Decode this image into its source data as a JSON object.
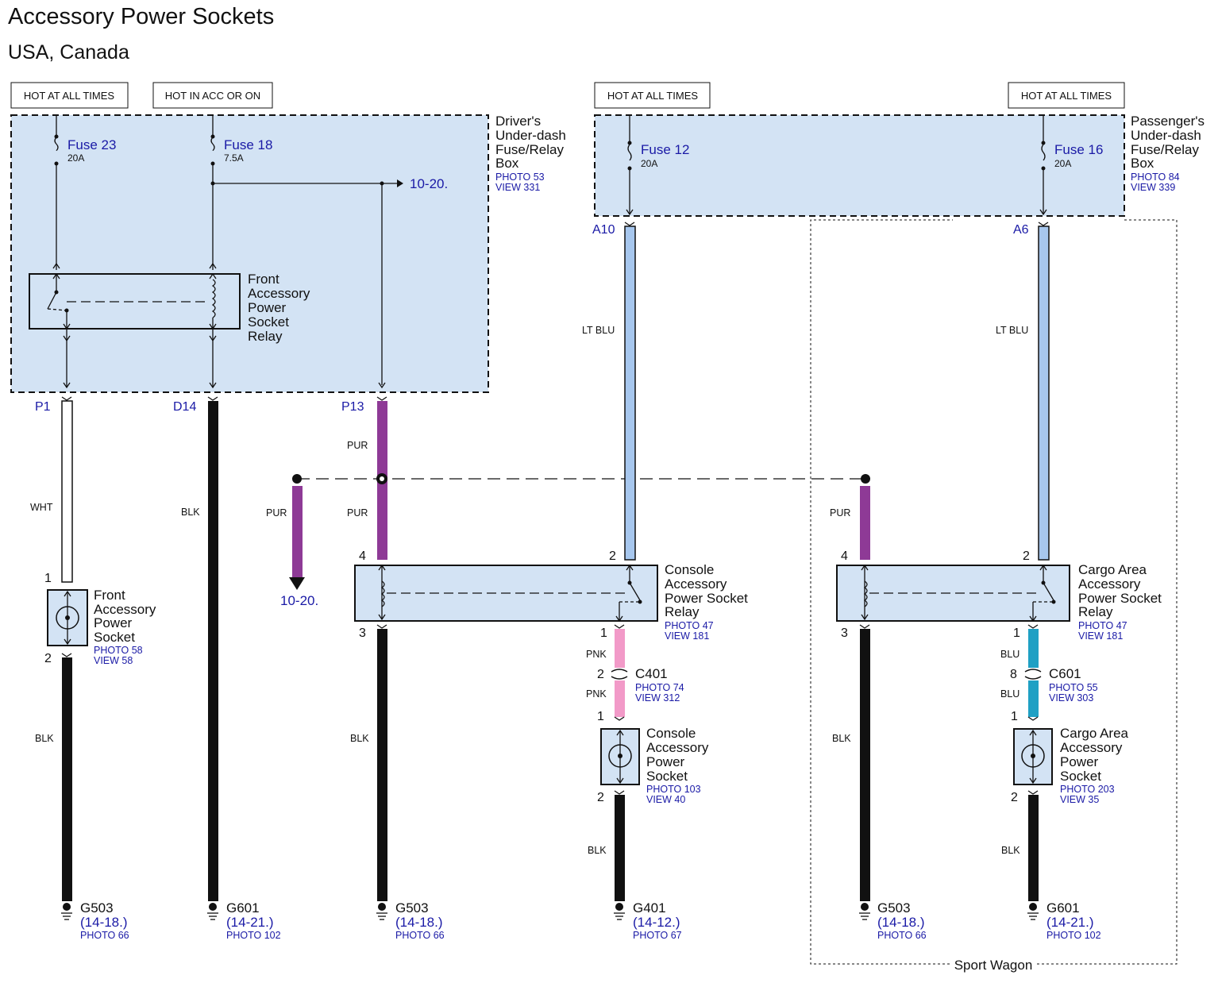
{
  "title": "Accessory Power Sockets",
  "subtitle": "USA, Canada",
  "hot_labels": [
    "HOT AT ALL TIMES",
    "HOT IN ACC OR ON",
    "HOT AT ALL TIMES",
    "HOT AT ALL TIMES"
  ],
  "driver_box": {
    "name": [
      "Driver's",
      "Under-dash",
      "Fuse/Relay",
      "Box"
    ],
    "photo": "PHOTO 53",
    "view": "VIEW 331",
    "fuses": [
      {
        "label": "Fuse 23",
        "amps": "20A"
      },
      {
        "label": "Fuse 18",
        "amps": "7.5A"
      }
    ],
    "ref": "10-20.",
    "relay_name": [
      "Front",
      "Accessory",
      "Power",
      "Socket",
      "Relay"
    ],
    "terminals": [
      "P1",
      "D14",
      "P13"
    ]
  },
  "passenger_box": {
    "name": [
      "Passenger's",
      "Under-dash",
      "Fuse/Relay",
      "Box"
    ],
    "photo": "PHOTO 84",
    "view": "VIEW 339",
    "fuses": [
      {
        "label": "Fuse 12",
        "amps": "20A"
      },
      {
        "label": "Fuse 16",
        "amps": "20A"
      }
    ],
    "terminals": [
      "A10",
      "A6"
    ]
  },
  "wire_colors": {
    "wht": "WHT",
    "blk": "BLK",
    "pur": "PUR",
    "ltblu": "LT BLU",
    "pnk": "PNK",
    "blu": "BLU"
  },
  "palette": {
    "box_fill": "#d3e3f4",
    "purple": "#8e3a96",
    "lt_blue": "#a7c7ee",
    "pink": "#f29ac8",
    "blue": "#1fa0c4",
    "black": "#111111",
    "label_blue": "#1a1aa6"
  },
  "front_socket": {
    "name": [
      "Front",
      "Accessory",
      "Power",
      "Socket"
    ],
    "photo": "PHOTO 58",
    "view": "VIEW 58",
    "pins": [
      "1",
      "2"
    ]
  },
  "console_relay": {
    "name": [
      "Console",
      "Accessory",
      "Power Socket",
      "Relay"
    ],
    "photo": "PHOTO 47",
    "view": "VIEW 181",
    "pins": [
      "4",
      "2",
      "3",
      "1"
    ]
  },
  "cargo_relay": {
    "name": [
      "Cargo Area",
      "Accessory",
      "Power Socket",
      "Relay"
    ],
    "photo": "PHOTO 47",
    "view": "VIEW 181",
    "pins": [
      "4",
      "2",
      "3",
      "1"
    ]
  },
  "c401": {
    "name": "C401",
    "photo": "PHOTO 74",
    "view": "VIEW 312",
    "pin": "2"
  },
  "c601": {
    "name": "C601",
    "photo": "PHOTO 55",
    "view": "VIEW 303",
    "pin": "8"
  },
  "console_socket": {
    "name": [
      "Console",
      "Accessory",
      "Power",
      "Socket"
    ],
    "photo": "PHOTO 103",
    "view": "VIEW 40",
    "pins": [
      "1",
      "2"
    ]
  },
  "cargo_socket": {
    "name": [
      "Cargo Area",
      "Accessory",
      "Power",
      "Socket"
    ],
    "photo": "PHOTO 203",
    "view": "VIEW 35",
    "pins": [
      "1",
      "2"
    ]
  },
  "pur_ref": "10-20.",
  "grounds": [
    {
      "name": "G503",
      "ref": "(14-18.)",
      "photo": "PHOTO 66"
    },
    {
      "name": "G601",
      "ref": "(14-21.)",
      "photo": "PHOTO 102"
    },
    {
      "name": "G503",
      "ref": "(14-18.)",
      "photo": "PHOTO 66"
    },
    {
      "name": "G401",
      "ref": "(14-12.)",
      "photo": "PHOTO 67"
    },
    {
      "name": "G503",
      "ref": "(14-18.)",
      "photo": "PHOTO 66"
    },
    {
      "name": "G601",
      "ref": "(14-21.)",
      "photo": "PHOTO 102"
    }
  ],
  "sport_wagon": "Sport Wagon"
}
